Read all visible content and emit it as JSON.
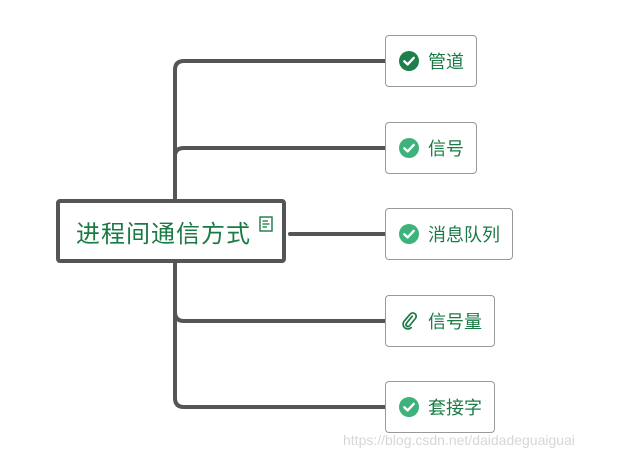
{
  "root": {
    "label": "进程间通信方式",
    "icon": "note-icon"
  },
  "children": [
    {
      "label": "管道",
      "icon": "check-circle-icon"
    },
    {
      "label": "信号",
      "icon": "check-circle-icon"
    },
    {
      "label": "消息队列",
      "icon": "check-circle-icon"
    },
    {
      "label": "信号量",
      "icon": "paperclip-icon"
    },
    {
      "label": "套接字",
      "icon": "check-circle-icon"
    }
  ],
  "watermark": "https://blog.csdn.net/daidadeguaiguai",
  "colors": {
    "text": "#1a7a45",
    "check_dark": "#1d7f4c",
    "check_light": "#3db27a",
    "connector": "#555555",
    "border": "#999999"
  }
}
